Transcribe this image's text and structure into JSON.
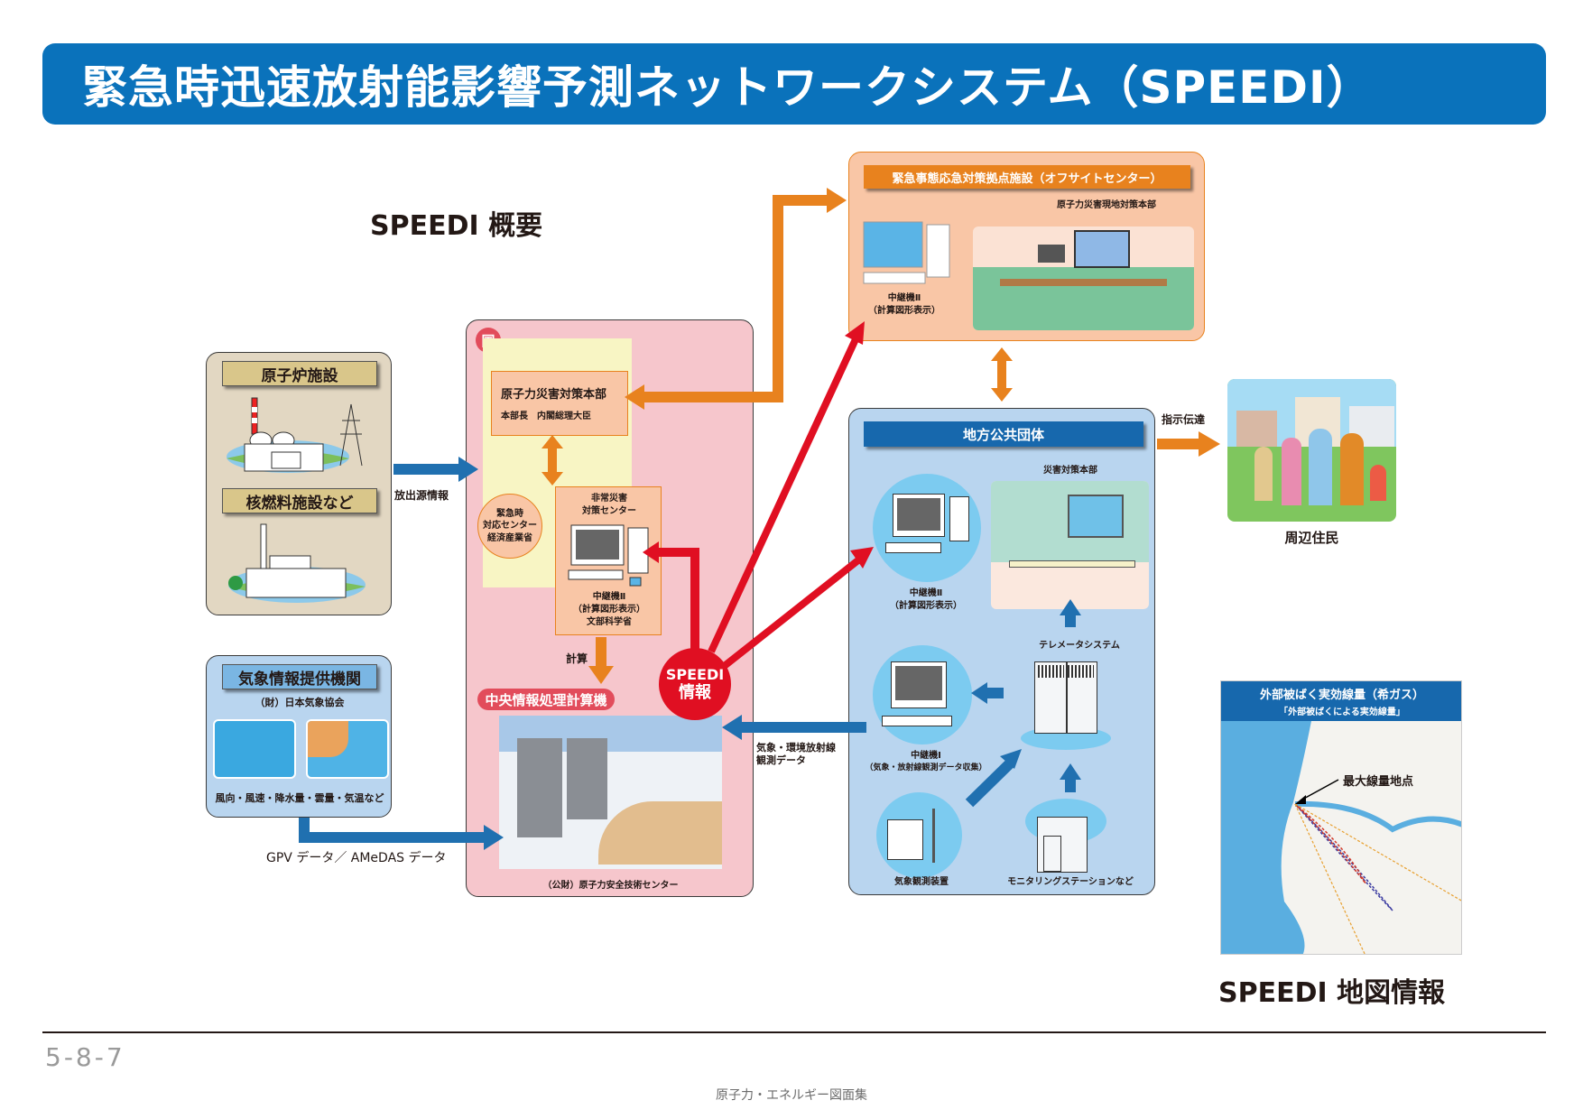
{
  "header": {
    "title": "緊急時迅速放射能影響予測ネットワークシステム（SPEEDI）"
  },
  "sections": {
    "overview_title": "SPEEDI 概要",
    "map_title": "SPEEDI 地図情報"
  },
  "facilities": {
    "reactor_label": "原子炉施設",
    "fuel_label": "核燃料施設など"
  },
  "weather": {
    "title": "気象情報提供機関",
    "org": "（財）日本気象協会",
    "items": "風向・風速・降水量・雲量・気温など"
  },
  "national": {
    "badge": "国",
    "hq_title": "原子力災害対策本部",
    "hq_sub": "本部長　内閣総理大臣",
    "meti_line1": "緊急時",
    "meti_line2": "対応センター",
    "meti_line3": "経済産業省",
    "emergency_line1": "非常災害",
    "emergency_line2": "対策センター",
    "relay_line1": "中継機Ⅱ",
    "relay_line2": "（計算図形表示）",
    "relay_line3": "文部科学省",
    "calc_label": "計算",
    "central_computer": "中央情報処理計算機",
    "center_name": "（公財）原子力安全技術センター"
  },
  "speedi_badge": {
    "line1": "SPEEDI",
    "line2": "情報"
  },
  "offsite": {
    "title": "緊急事態応急対策拠点施設（オフサイトセンター）",
    "hq": "原子力災害現地対策本部",
    "relay_line1": "中継機Ⅱ",
    "relay_line2": "（計算図形表示）"
  },
  "local_gov": {
    "title": "地方公共団体",
    "disaster_hq": "災害対策本部",
    "relay2_line1": "中継機Ⅱ",
    "relay2_line2": "（計算図形表示）",
    "telemeter": "テレメータシステム",
    "relay1_line1": "中継機Ⅰ",
    "relay1_line2": "（気象・放射線観測データ収集）",
    "weather_device": "気象観測装置",
    "monitoring": "モニタリングステーションなど"
  },
  "arrows": {
    "source_info": "放出源情報",
    "gpv": "GPV データ／ AMeDAS データ",
    "obs_line1": "気象・環境放射線",
    "obs_line2": "観測データ",
    "instruct": "指示伝達"
  },
  "residents": {
    "label": "周辺住民"
  },
  "map": {
    "title": "外部被ばく実効線量（希ガス）",
    "subtitle": "「外部被ばくによる実効線量」",
    "max_point": "最大線量地点"
  },
  "footer": {
    "page": "5-8-7",
    "book": "原子力・エネルギー図面集"
  },
  "colors": {
    "title_blue": "#0a72bb",
    "arrow_blue": "#2070b0",
    "arrow_orange": "#e8821e",
    "arrow_red": "#e00f22",
    "national_pink": "#f6c6cc",
    "offsite_peach": "#f9c6a6",
    "local_blue": "#b9d5ef"
  }
}
